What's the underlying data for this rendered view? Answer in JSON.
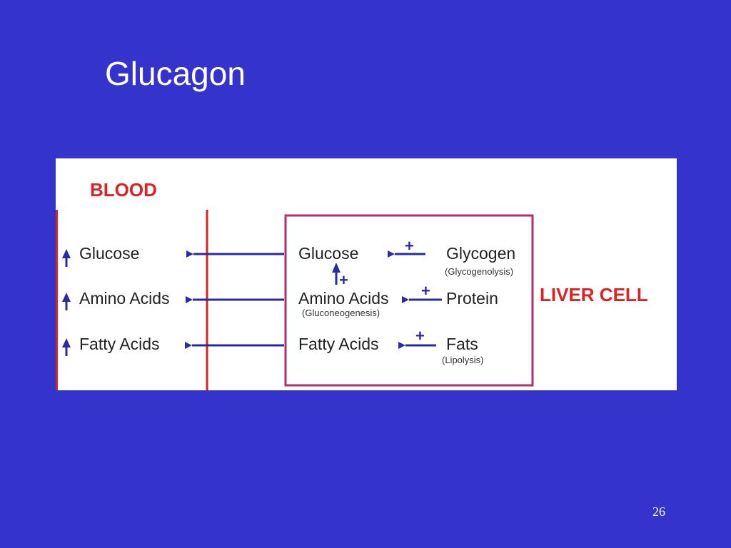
{
  "slide": {
    "title": "Glucagon",
    "page_number": "26"
  },
  "diagram": {
    "blood_label": "BLOOD",
    "liver_label": "LIVER CELL",
    "blood_items": [
      "Glucose",
      "Amino Acids",
      "Fatty Acids"
    ],
    "liver_products": [
      "Glucose",
      "Amino Acids",
      "Fatty Acids"
    ],
    "liver_sources": [
      "Glycogen",
      "Protein",
      "Fats"
    ],
    "processes": [
      "(Glycogenolysis)",
      "(Gluconeogenesis)",
      "(Lipolysis)"
    ],
    "stimulation_sign": "+",
    "colors": {
      "background": "#3434cc",
      "arrow": "#2a2aa8",
      "red": "#dd2222",
      "liver_border": "#b0306a"
    }
  }
}
